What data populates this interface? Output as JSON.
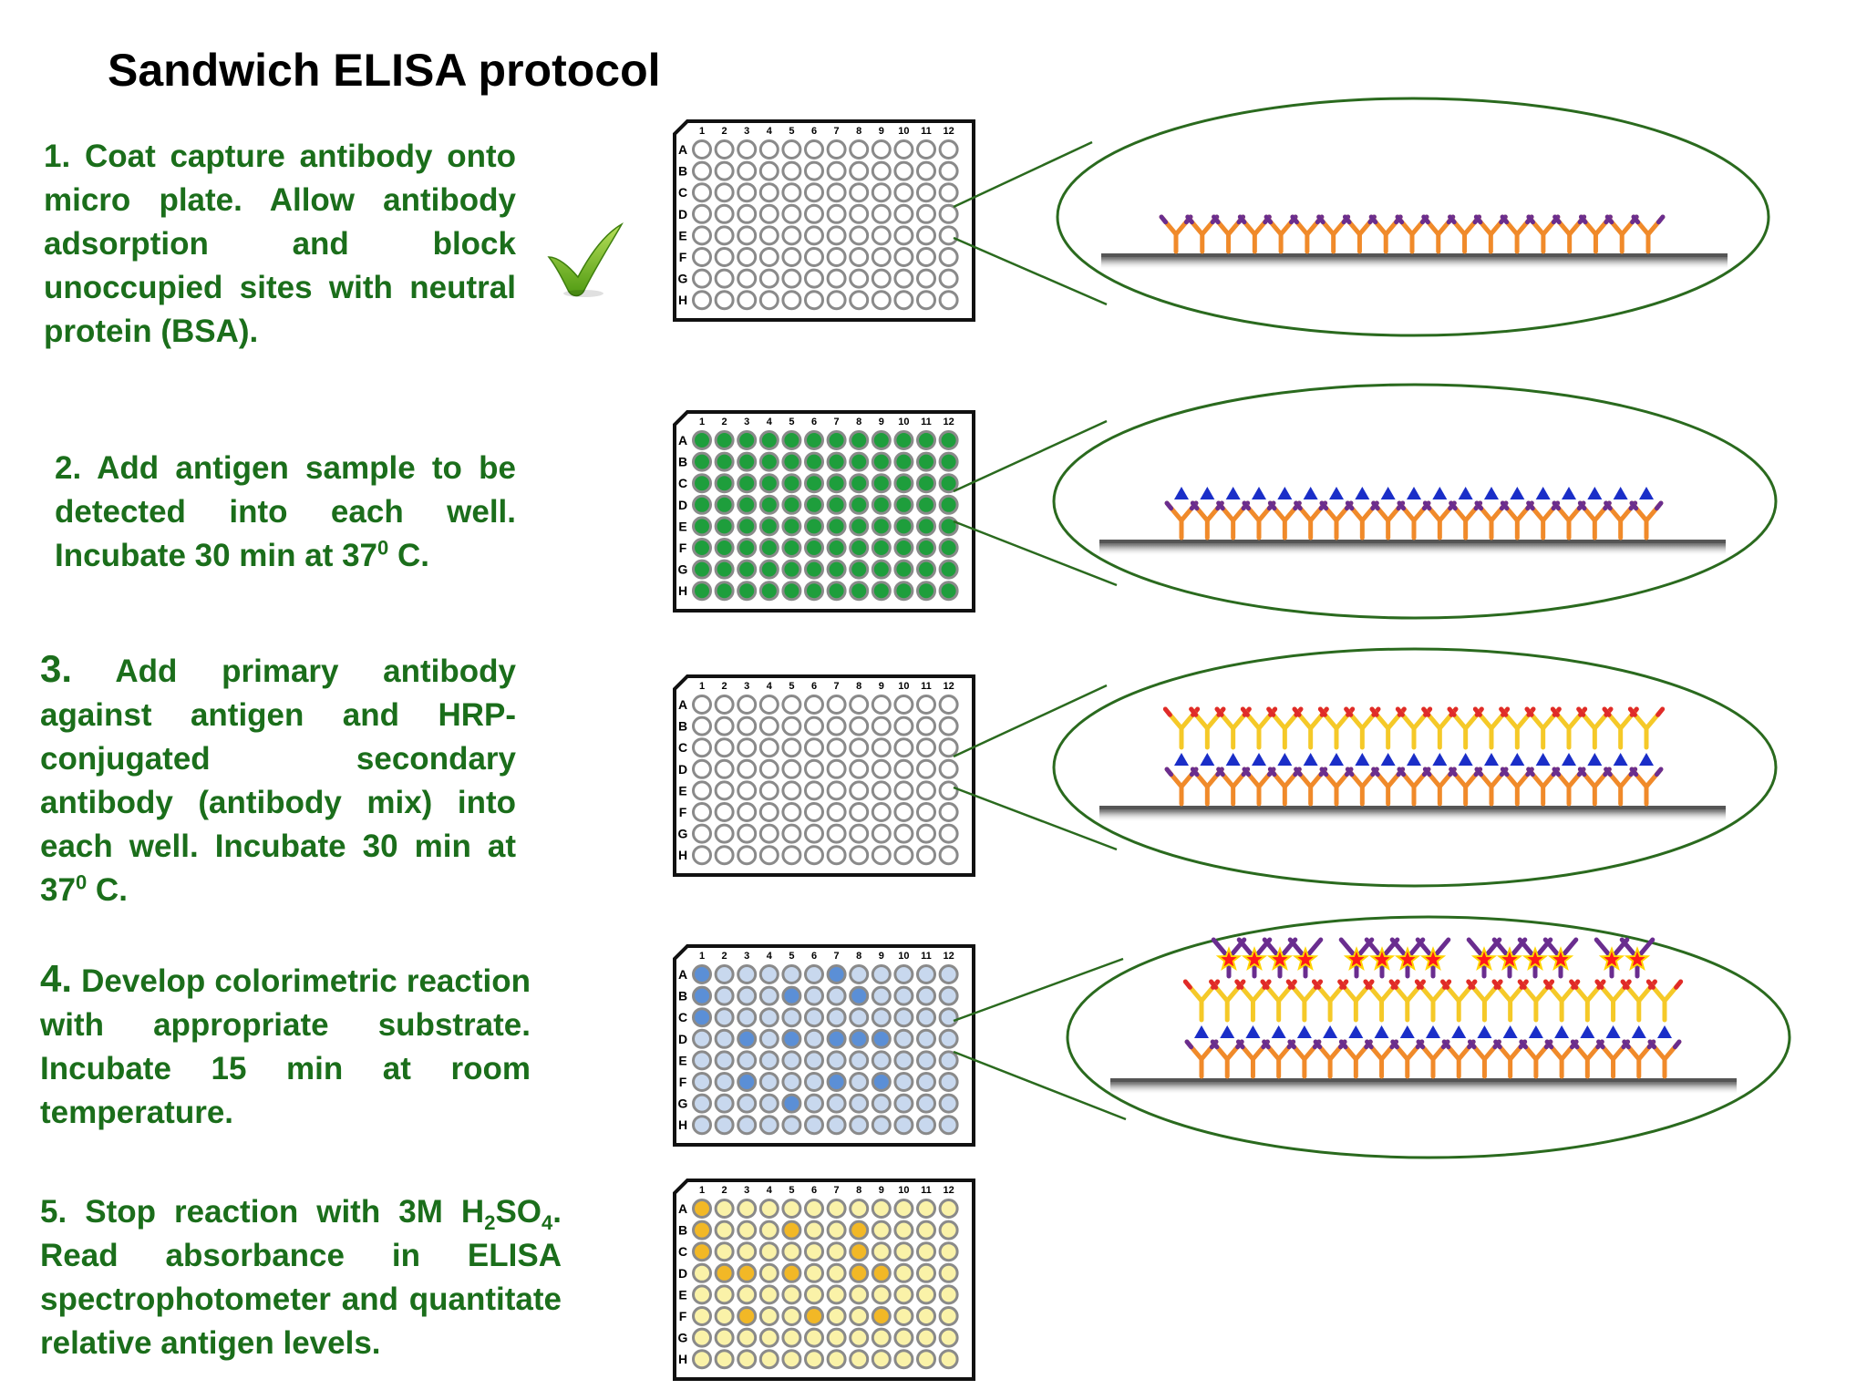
{
  "title": "Sandwich ELISA protocol",
  "plate": {
    "columns": [
      "1",
      "2",
      "3",
      "4",
      "5",
      "6",
      "7",
      "8",
      "9",
      "10",
      "11",
      "12"
    ],
    "rows": [
      "A",
      "B",
      "C",
      "D",
      "E",
      "F",
      "G",
      "H"
    ]
  },
  "steps": [
    {
      "number": "1.",
      "text": "Coat capture antibody onto micro plate. Allow antibody adsorption and block unoccupied sites with neutral protein (BSA).",
      "well_fill": "#ffffff",
      "well_stroke": "#8a8a8a",
      "done_icon": "checkmark-icon",
      "layers": [
        "capture-antibody"
      ]
    },
    {
      "number": "2.",
      "text_before": "Add antigen sample to be detected into each well. Incubate 30 min at 37",
      "sup": "0",
      "text_after": " C.",
      "well_fill": "#1e9e3c",
      "well_stroke": "#8a8a8a",
      "layers": [
        "capture-antibody",
        "antigen"
      ]
    },
    {
      "number": "3.",
      "text_before": "Add primary antibody against antigen and HRP-conjugated secondary antibody (antibody mix) into each well. Incubate 30 min at 37",
      "sup": "0",
      "text_after": " C.",
      "well_fill": "#ffffff",
      "well_stroke": "#8a8a8a",
      "layers": [
        "capture-antibody",
        "antigen",
        "primary-antibody"
      ]
    },
    {
      "number": "4.",
      "text": "Develop colorimetric reaction with appropriate substrate. Incubate 15 min at room temperature.",
      "well_fill": "#c8d8ee",
      "well_stroke": "#8a8a8a",
      "accent_fill": "#5b8fd6",
      "layers": [
        "capture-antibody",
        "antigen",
        "primary-antibody",
        "hrp-secondary-antibody"
      ]
    },
    {
      "number": "5.",
      "text_before": "Stop reaction with 3M H",
      "sub1": "2",
      "text_mid": "SO",
      "sub2": "4",
      "text_after": ". Read absorbance in ELISA spectrophotometer and quantitate relative antigen levels.",
      "well_fill": "#faf2a8",
      "well_stroke": "#8a8a8a",
      "accent_fill": "#f2b826",
      "layers": []
    }
  ],
  "colors": {
    "step_text": "#1b6e1b",
    "ellipse": "#2a6a1e",
    "capture_antibody": "#f08a2a",
    "capture_tip": "#6a2d8f",
    "antigen": "#1a2ec8",
    "primary_antibody": "#f5c928",
    "primary_tip": "#e02a2a",
    "secondary_antibody": "#6a2d8f",
    "hrp_star": "#ff1a1a",
    "hrp_star_outline": "#ffd400",
    "surface": "#555555"
  }
}
